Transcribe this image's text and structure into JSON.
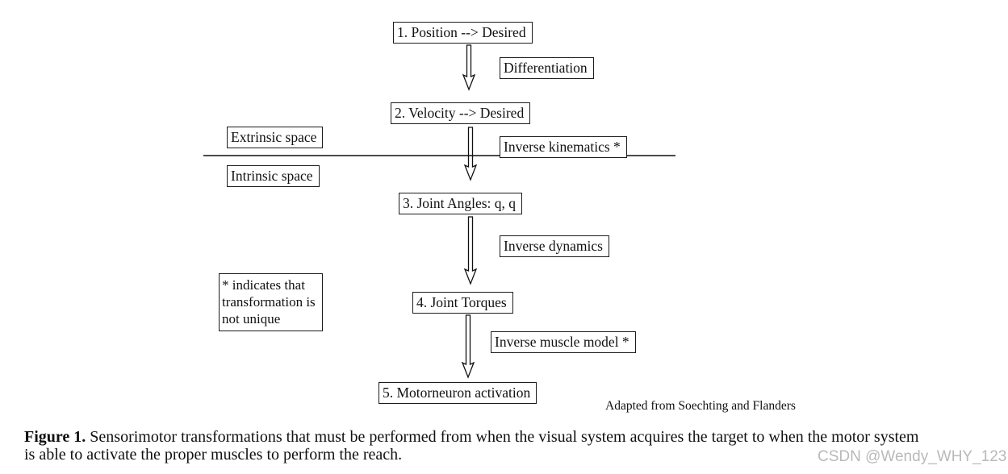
{
  "diagram": {
    "steps": [
      {
        "label": "1. Position --> Desired"
      },
      {
        "label": "2. Velocity --> Desired"
      },
      {
        "label": "3. Joint Angles: q, q"
      },
      {
        "label": "4. Joint Torques"
      },
      {
        "label": "5. Motorneuron activation"
      }
    ],
    "transformations": [
      {
        "label": "Differentiation"
      },
      {
        "label": "Inverse kinematics *"
      },
      {
        "label": "Inverse dynamics"
      },
      {
        "label": "Inverse muscle model *"
      }
    ],
    "space_labels": {
      "above_line": "Extrinsic space",
      "below_line": "Intrinsic space"
    },
    "note": {
      "line1": "* indicates that",
      "line2": "transformation is",
      "line3": "not unique"
    },
    "attribution": "Adapted from Soechting and Flanders"
  },
  "caption": {
    "label": "Figure 1.",
    "line1": "Sensorimotor transformations that must be performed from when the visual system acquires the target to when the motor system",
    "line2": "is able to activate the proper muscles to perform the reach."
  },
  "watermark": "CSDN @Wendy_WHY_123",
  "colors": {
    "background": "#ffffff",
    "box_border": "#1c1c1c",
    "text": "#111111",
    "divider_line": "#4a4a4a",
    "watermark": "#b9b9b9"
  }
}
